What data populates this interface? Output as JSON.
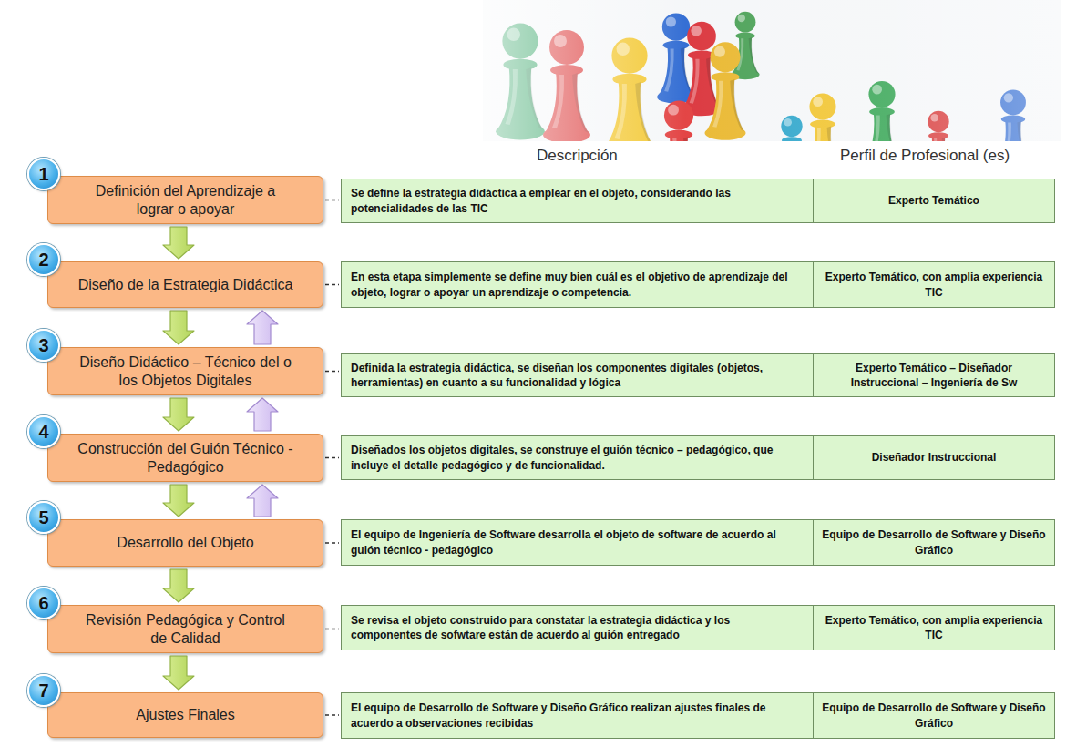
{
  "diagram": {
    "nodes": [
      {
        "text": [
          "Definición del Aprendizaje a lograr o apoyar"
        ]
      },
      {
        "text": [
          "1"
        ],
        "in": 0
      },
      {
        "text": [
          "Se define la estrategia didáctica a emplear en el objeto, considerando las potencialidades de las TIC"
        ]
      },
      {
        "text": [
          "Experto Temático"
        ]
      },
      {
        "text": [
          "Diseño de la Estrategia Didáctica"
        ]
      },
      {
        "text": [
          "2"
        ],
        "in": 4
      },
      {
        "text": [
          "En esta etapa simplemente se define muy bien cuál es el objetivo de aprendizaje del objeto, lograr o apoyar un aprendizaje o competencia."
        ]
      },
      {
        "text": [
          "Experto Temático, con amplia experiencia TIC"
        ]
      },
      {
        "text": [
          "Diseño Didáctico – Técnico del o los Objetos Digitales"
        ]
      },
      {
        "text": [
          "3"
        ],
        "in": 8
      },
      {
        "text": [
          "Definida la estrategia didáctica, se diseñan los componentes digitales (objetos, herramientas) en cuanto a su funcionalidad y lógica"
        ]
      },
      {
        "text": [
          "Experto Temático – Diseñador Instruccional – Ingeniería de Sw"
        ]
      },
      {
        "text": [
          "Construcción del Guión Técnico - Pedagógico"
        ]
      },
      {
        "text": [
          "4"
        ],
        "in": 12
      },
      {
        "text": [
          "Diseñados los objetos digitales, se construye el guión técnico – pedagógico, que incluye el detalle pedagógico y de funcionalidad."
        ]
      },
      {
        "text": [
          "Diseñador Instruccional"
        ]
      },
      {
        "text": [
          "Desarrollo del Objeto"
        ]
      },
      {
        "text": [
          "5"
        ],
        "in": 16
      },
      {
        "text": [
          "El equipo de Ingeniería de Software desarrolla el objeto de software de acuerdo al guión técnico - pedagógico"
        ]
      },
      {
        "text": [
          "Equipo de Desarrollo de Software y Diseño Gráfico"
        ]
      },
      {
        "text": [
          "Revisión Pedagógica y Control de Calidad"
        ]
      },
      {
        "text": [
          "6"
        ],
        "in": 20
      },
      {
        "text": [
          "Se revisa el objeto construido para constatar la estrategia didáctica y los componentes de sofwtare están de acuerdo al guión entregado"
        ]
      },
      {
        "text": [
          "Experto Temático, con amplia experiencia TIC"
        ]
      },
      {
        "text": [
          "Ajustes Finales"
        ]
      },
      {
        "text": [
          "7"
        ],
        "in": 24
      },
      {
        "text": [
          "El equipo de Desarrollo de Software y Diseño Gráfico realizan ajustes finales de acuerdo a observaciones recibidas"
        ]
      },
      {
        "text": [
          "Equipo de Desarrollo de Software y Diseño Gráfico"
        ]
      }
    ],
    "edges": [
      {
        "from": 0,
        "to": 4,
        "arrow": "to"
      },
      {
        "from": 4,
        "to": 8,
        "arrow": "to"
      },
      {
        "from": 8,
        "to": 12,
        "arrow": "to"
      },
      {
        "from": 12,
        "to": 16,
        "arrow": "to"
      },
      {
        "from": 16,
        "to": 20,
        "arrow": "to"
      },
      {
        "from": 20,
        "to": 24,
        "arrow": "to"
      },
      {
        "from": 8,
        "to": 4,
        "arrow": "to"
      },
      {
        "from": 12,
        "to": 8,
        "arrow": "to"
      },
      {
        "from": 16,
        "to": 12,
        "arrow": "to"
      },
      {
        "from": 0,
        "to": 2,
        "arrow": "none"
      },
      {
        "from": 4,
        "to": 6,
        "arrow": "none"
      },
      {
        "from": 8,
        "to": 10,
        "arrow": "none"
      },
      {
        "from": 12,
        "to": 14,
        "arrow": "none"
      },
      {
        "from": 16,
        "to": 18,
        "arrow": "none"
      },
      {
        "from": 20,
        "to": 22,
        "arrow": "none"
      },
      {
        "from": 24,
        "to": 26,
        "arrow": "none"
      }
    ],
    "labels": [
      "Descripción",
      "Perfil de Profesional (es)"
    ]
  }
}
